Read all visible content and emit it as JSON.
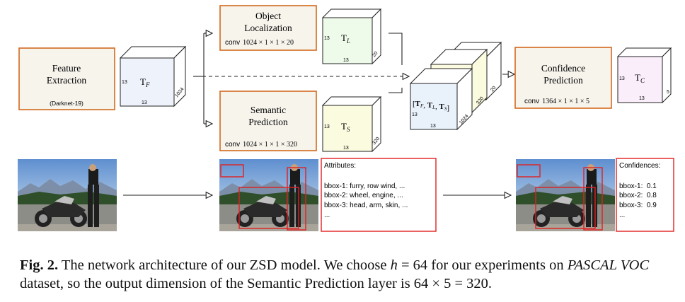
{
  "boxes": {
    "feature": {
      "title_line1": "Feature",
      "title_line2": "Extraction",
      "sub": "(Darknet-19)"
    },
    "object": {
      "title_line1": "Object",
      "title_line2": "Localization",
      "conv_label": "conv",
      "conv_dims": "1024 × 1 × 1 × 20"
    },
    "semantic": {
      "title_line1": "Semantic",
      "title_line2": "Prediction",
      "conv_label": "conv",
      "conv_dims": "1024 × 1 × 1 × 320"
    },
    "confidence": {
      "title_line1": "Confidence",
      "title_line2": "Prediction",
      "conv_label": "conv",
      "conv_dims": "1364 × 1 × 1 × 5"
    }
  },
  "tensors": {
    "tf": {
      "base": "T",
      "sub": "F",
      "side": "13",
      "bottom": "13",
      "depth": "1024"
    },
    "tl": {
      "base": "T",
      "sub": "L",
      "side": "13",
      "bottom": "13",
      "depth": "20"
    },
    "ts": {
      "base": "T",
      "sub": "S",
      "side": "13",
      "bottom": "13",
      "depth": "320"
    },
    "concat": {
      "label": "[T",
      "label_full": "[TF, TL, TS]",
      "side": "13",
      "bottom": "13",
      "depth1": "1024",
      "depth2": "320",
      "depth3": "20"
    },
    "tc": {
      "base": "T",
      "sub": "C",
      "side": "13",
      "bottom": "13",
      "depth": "5"
    }
  },
  "attributes": {
    "title": "Attributes:",
    "lines": [
      "bbox-1: furry, row wind, ...",
      "bbox-2: wheel, engine, ...",
      "bbox-3: head, arm, skin, ...",
      "..."
    ]
  },
  "confidences": {
    "title": "Confidences:",
    "lines": [
      "bbox-1:  0.1",
      "bbox-2:  0.8",
      "bbox-3:  0.9",
      "..."
    ]
  },
  "caption": {
    "prefix": "Fig. 2.",
    "text1": " The network architecture of our ZSD model. We choose ",
    "var_h": "h",
    "text2": " = 64 for our experiments on ",
    "dataset": "PASCAL VOC",
    "text3": " dataset, so the output dimension of the Semantic Prediction layer is 64 × 5 = 320."
  },
  "colors": {
    "box_border": "#d2691e",
    "box_fill": "#f7f4ec",
    "tf_front": "#eef2fb",
    "tl_front": "#eefbea",
    "ts_front": "#fbfbe0",
    "concat_front": "#e9f1fb",
    "tc_front": "#fbeefb",
    "red": "#e02020"
  }
}
